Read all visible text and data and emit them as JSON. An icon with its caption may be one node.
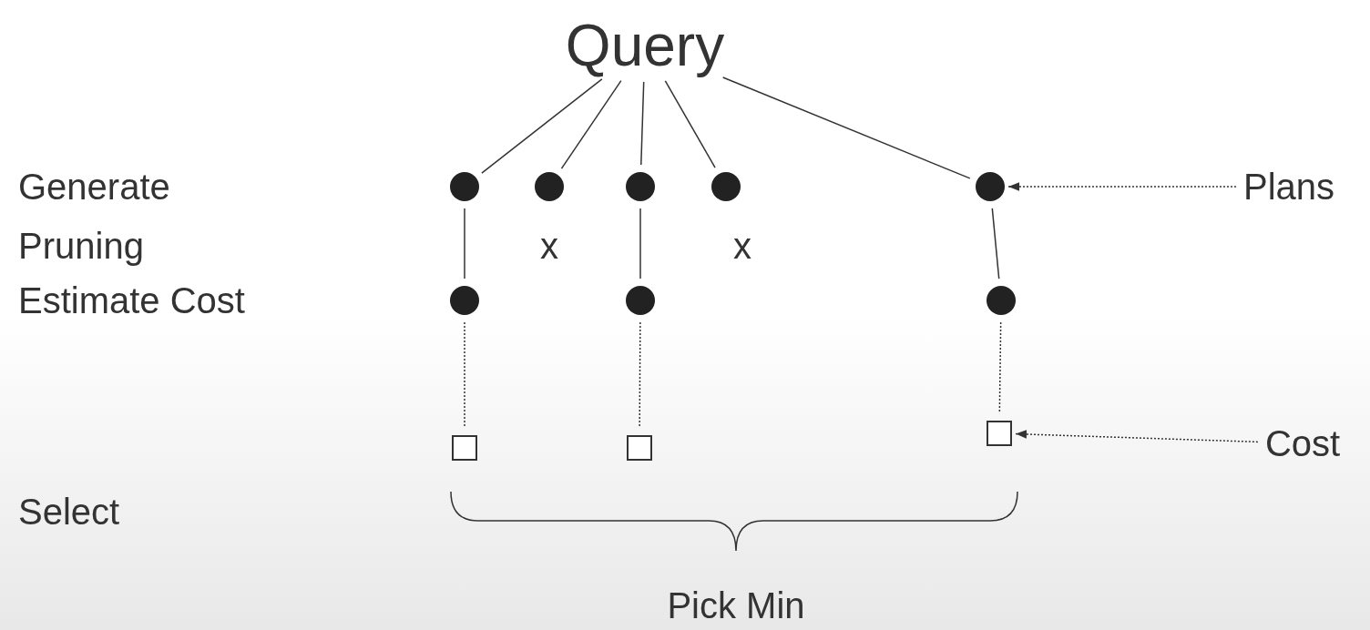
{
  "diagram": {
    "nodes": [
      {
        "text": [
          "Query"
        ]
      },
      {
        "text": [],
        "shape": "circle"
      },
      {
        "text": [],
        "shape": "circle"
      },
      {
        "text": [],
        "shape": "circle"
      },
      {
        "text": [],
        "shape": "circle"
      },
      {
        "text": [],
        "shape": "circle"
      },
      {
        "text": [],
        "shape": "circle"
      },
      {
        "text": [],
        "shape": "circle"
      },
      {
        "text": [],
        "shape": "circle"
      },
      {
        "text": [],
        "shape": "box"
      },
      {
        "text": [],
        "shape": "box"
      },
      {
        "text": [],
        "shape": "box"
      },
      {
        "text": [
          "Plans"
        ]
      },
      {
        "text": [
          "Cost"
        ]
      }
    ],
    "edges": [
      {
        "from": 0,
        "to": 1,
        "arrow": "none"
      },
      {
        "from": 0,
        "to": 2,
        "arrow": "none"
      },
      {
        "from": 0,
        "to": 3,
        "arrow": "none"
      },
      {
        "from": 0,
        "to": 4,
        "arrow": "none"
      },
      {
        "from": 0,
        "to": 5,
        "arrow": "none"
      },
      {
        "from": 1,
        "to": 6,
        "arrow": "none"
      },
      {
        "from": 3,
        "to": 7,
        "arrow": "none"
      },
      {
        "from": 5,
        "to": 8,
        "arrow": "none"
      },
      {
        "from": 6,
        "to": 9,
        "arrow": "none",
        "style": "dashed"
      },
      {
        "from": 7,
        "to": 10,
        "arrow": "none",
        "style": "dashed"
      },
      {
        "from": 8,
        "to": 11,
        "arrow": "none",
        "style": "dashed"
      },
      {
        "from": 12,
        "to": 5,
        "arrow": "to",
        "style": "dashed"
      },
      {
        "from": 13,
        "to": 11,
        "arrow": "to",
        "style": "dashed"
      }
    ],
    "labels": [
      "Generate",
      "Pruning",
      "x",
      "x",
      "Estimate Cost",
      "Select",
      "Pick Min"
    ]
  }
}
